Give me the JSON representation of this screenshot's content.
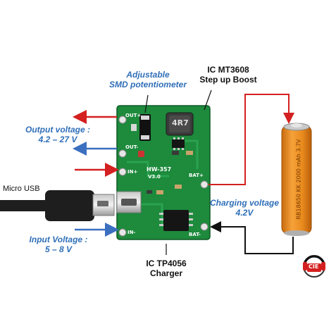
{
  "labels": {
    "potentiometer": [
      "Adjustable",
      "SMD potentiometer"
    ],
    "boost_ic": [
      "IC MT3608",
      "Step up Boost"
    ],
    "output_voltage": [
      "Output voltage :",
      "4.2 – 27 V"
    ],
    "micro_usb": "Micro USB",
    "input_voltage": [
      "Input Voltage :",
      "5 – 8 V"
    ],
    "charging_voltage": [
      "Charging voltage",
      "4.2V"
    ],
    "charger_ic": [
      "IC TP4056",
      "Charger"
    ]
  },
  "board": {
    "model": "HW-357",
    "version": "V3.0",
    "inductor": "4R7",
    "pins": {
      "out_plus": "OUT+",
      "out_minus": "OUT-",
      "in_plus": "IN+",
      "in_minus": "IN-",
      "bat_plus": "BAT+",
      "bat_minus": "BAT-"
    }
  },
  "battery": {
    "text": "RB18650 KK 2000 mAh 3.7V"
  },
  "logo": {
    "text": "CIE"
  },
  "colors": {
    "label_blue": "#2f6fb8",
    "arrow_red": "#d42020",
    "arrow_blue": "#3b6fbf",
    "wire_black": "#111111",
    "pcb_green": "#1d8a3c",
    "battery_orange": "#e88a1c"
  }
}
